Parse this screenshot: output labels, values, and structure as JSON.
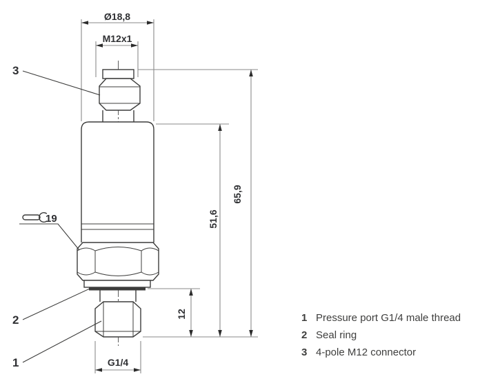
{
  "colors": {
    "outline": "#3c3c3b",
    "dimension_line": "#8a8a8a",
    "arrowhead": "#2c2c2c",
    "text": "#2f3033",
    "background": "#ffffff"
  },
  "drawing": {
    "dim_top_diameter": "Ø18,8",
    "dim_connector_thread": "M12x1",
    "dim_overall_height": "65,9",
    "dim_body_height": "51,6",
    "dim_port_height": "12",
    "dim_port_thread": "G1/4",
    "hex_wrench_size": "19",
    "callout_1": "1",
    "callout_2": "2",
    "callout_3": "3"
  },
  "legend": {
    "items": [
      {
        "num": "1",
        "label": "Pressure port G1/4 male thread"
      },
      {
        "num": "2",
        "label": "Seal ring"
      },
      {
        "num": "3",
        "label": "4-pole M12 connector"
      }
    ]
  }
}
